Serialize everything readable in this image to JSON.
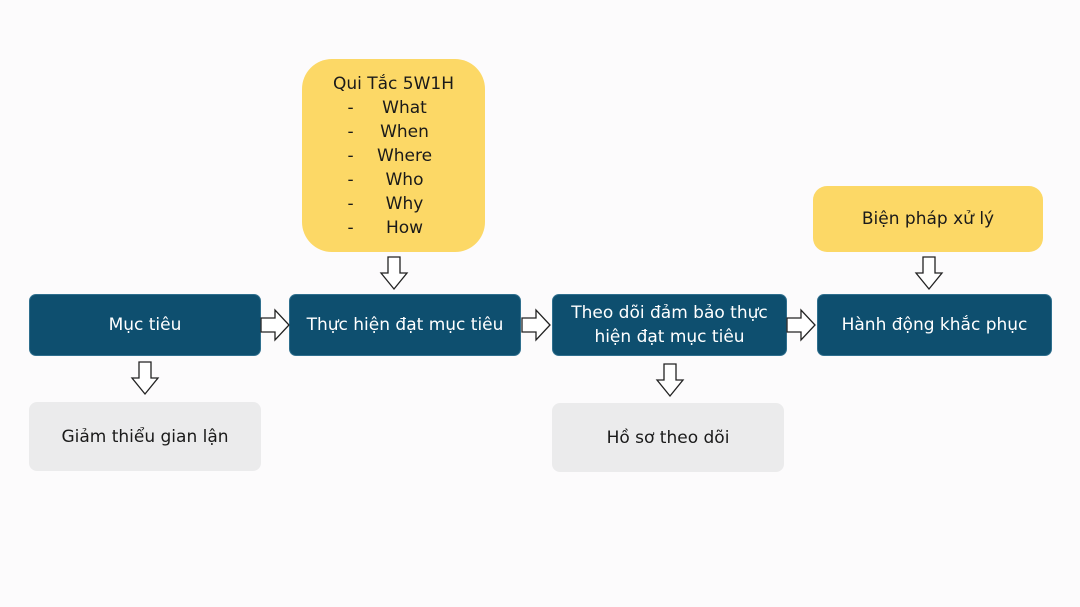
{
  "steps": {
    "goal": "Mục tiêu",
    "execute": "Thực hiện đạt mục tiêu",
    "monitor": "Theo dõi đảm bảo thực hiện đạt mục tiêu",
    "action": "Hành động khắc phục"
  },
  "rules": {
    "title": "Qui Tắc 5W1H",
    "items": [
      {
        "dash": "-",
        "text": "What"
      },
      {
        "dash": "-",
        "text": "When"
      },
      {
        "dash": "-",
        "text": "Where"
      },
      {
        "dash": "-",
        "text": "Who"
      },
      {
        "dash": "-",
        "text": "Why"
      },
      {
        "dash": "-",
        "text": "How"
      }
    ]
  },
  "measures": {
    "label": "Biện pháp xử lý"
  },
  "outputs": {
    "reduce_fraud": "Giảm thiểu gian lận",
    "monitor_records": "Hồ sơ theo dõi"
  },
  "colors": {
    "primary": "#0e4f6f",
    "accent": "#fcd866",
    "neutral": "#ebebec",
    "background": "#fcfbfc"
  }
}
